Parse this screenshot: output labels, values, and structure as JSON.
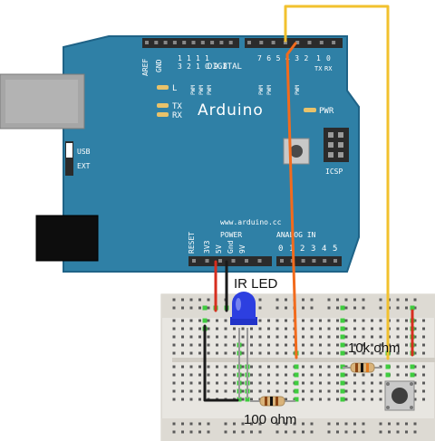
{
  "board": {
    "name": "Arduino",
    "website": "www.arduino.cc",
    "digital_label": "DIGITAL",
    "pwm_label": "PWM",
    "aref_label": "AREF",
    "gnd_label": "GND",
    "digital_top_digits": [
      "1",
      "1",
      "1",
      "1",
      "",
      ""
    ],
    "digital_bottom_digits": [
      "3",
      "2",
      "1",
      "0",
      "9",
      "8"
    ],
    "digital_right_digits": [
      "7",
      "6",
      "5",
      "4",
      "3",
      "2"
    ],
    "tx_rx": [
      "TX",
      "RX"
    ],
    "tx_rx_digits": [
      "1",
      "0"
    ],
    "led_labels": {
      "l": "L",
      "tx": "TX",
      "rx": "RX",
      "pwr": "PWR"
    },
    "pwr_sel": {
      "title": "PWR SEL",
      "usb": "USB",
      "ext": "EXT"
    },
    "icsp_label": "ICSP",
    "power_label": "POWER",
    "analog_label": "ANALOG IN",
    "reset_label": "RESET",
    "power_pins": [
      "3V3",
      "5V",
      "Gnd",
      "9V"
    ],
    "analog_pins": [
      "0",
      "1",
      "2",
      "3",
      "4",
      "5"
    ]
  },
  "annotations": {
    "ir_led": "IR LED",
    "pullup_resistor": "10k ohm",
    "led_resistor": "100 ohm"
  },
  "colors": {
    "board": "#2F80A6",
    "board_edge": "#1F6387",
    "header": "#2B2B2B",
    "breadboard": "#E8E6E1",
    "wire_red": "#D62E1F",
    "wire_black": "#1A1A1A",
    "wire_orange": "#F26B1D",
    "wire_yellow": "#F2C12E",
    "led_blue": "#2D3FE0",
    "hole_green": "#3FCC3F"
  }
}
